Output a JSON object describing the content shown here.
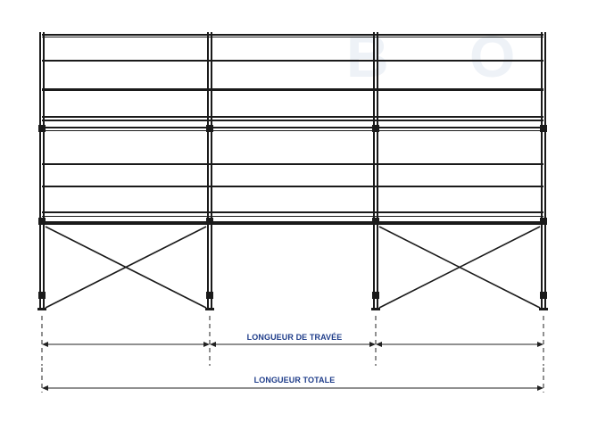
{
  "diagram": {
    "dimension_labels": {
      "bay_length": "LONGUEUR DE TRAVÉE",
      "total_length": "LONGUEUR TOTALE"
    },
    "bay_count": 3,
    "watermark": {
      "letters": [
        "B",
        "O"
      ],
      "color": "#eef2f7"
    },
    "colors": {
      "structure": "#1a1a1a",
      "dimension_lines": "#222222",
      "label_text": "#1f3d8a",
      "background": "#ffffff"
    }
  }
}
